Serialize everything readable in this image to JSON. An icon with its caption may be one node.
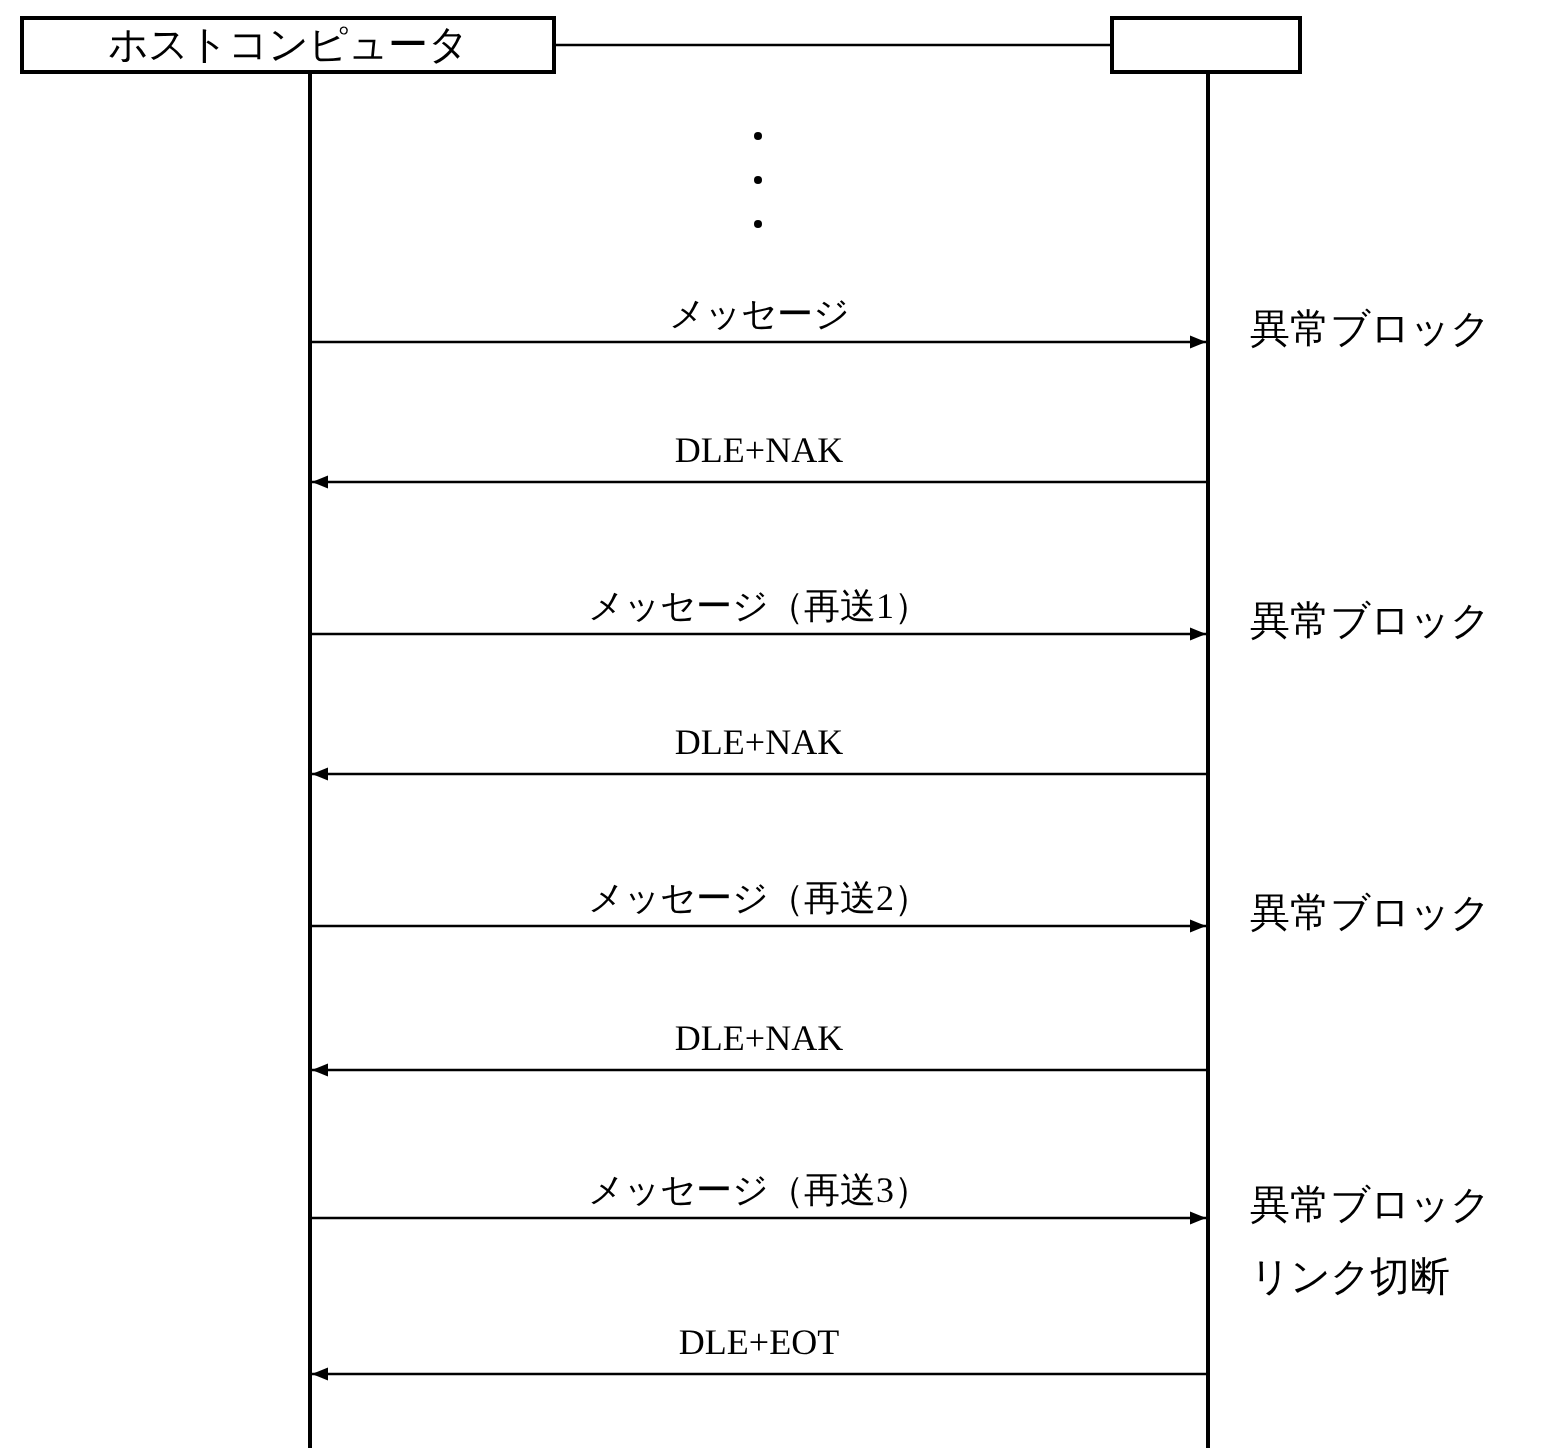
{
  "diagram": {
    "nodes": [
      {
        "text": [
          "ホストコンピュータ"
        ]
      },
      {
        "text": [],
        "shape": "box"
      },
      {
        "text": [],
        "shape": "bar"
      },
      {
        "text": [],
        "shape": "bar"
      }
    ],
    "edges": [
      {
        "from": 0,
        "to": 1,
        "arrow": "none"
      },
      {
        "from": 2,
        "to": 3,
        "arrow": "to",
        "label": "メッセージ"
      },
      {
        "from": 3,
        "to": 2,
        "arrow": "to",
        "label": "DLE+NAK"
      },
      {
        "from": 2,
        "to": 3,
        "arrow": "to",
        "label": "メッセージ（再送1）"
      },
      {
        "from": 3,
        "to": 2,
        "arrow": "to",
        "label": "DLE+NAK"
      },
      {
        "from": 2,
        "to": 3,
        "arrow": "to",
        "label": "メッセージ（再送2）"
      },
      {
        "from": 3,
        "to": 2,
        "arrow": "to",
        "label": "DLE+NAK"
      },
      {
        "from": 2,
        "to": 3,
        "arrow": "to",
        "label": "メッセージ（再送3）"
      },
      {
        "from": 3,
        "to": 2,
        "arrow": "to",
        "label": "DLE+EOT"
      }
    ],
    "labels": [
      "異常ブロック",
      "異常ブロック",
      "異常ブロック",
      "異常ブロック",
      "リンク切断"
    ]
  }
}
